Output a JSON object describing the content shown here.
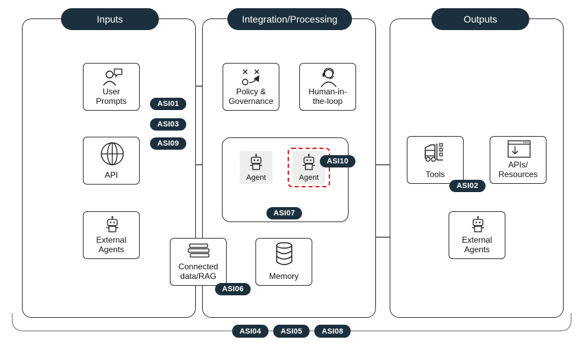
{
  "sections": {
    "inputs": "Inputs",
    "processing": "Integration/Processing",
    "outputs": "Outputs"
  },
  "inputs": {
    "user_prompts": "User\nPrompts",
    "api": "API",
    "external_agents": "External\nAgents"
  },
  "processing": {
    "policy": "Policy &\nGovernance",
    "human": "Human-in-\nthe-loop",
    "agent_a": "Agent",
    "agent_b": "Agent",
    "connected_data": "Connected\ndata/RAG",
    "memory": "Memory"
  },
  "outputs": {
    "tools": "Tools",
    "apis": "APIs/\nResources",
    "external_agents": "External\nAgents"
  },
  "badges": {
    "asi01": "ASI01",
    "asi03": "ASI03",
    "asi09": "ASI09",
    "asi10": "ASI10",
    "asi07": "ASI07",
    "asi06": "ASI06",
    "asi02": "ASI02",
    "asi04": "ASI04",
    "asi05": "ASI05",
    "asi08": "ASI08"
  },
  "colors": {
    "badge_bg": "#1c2f3c",
    "highlight": "#e02020",
    "agent_bg": "#eeeeee"
  }
}
